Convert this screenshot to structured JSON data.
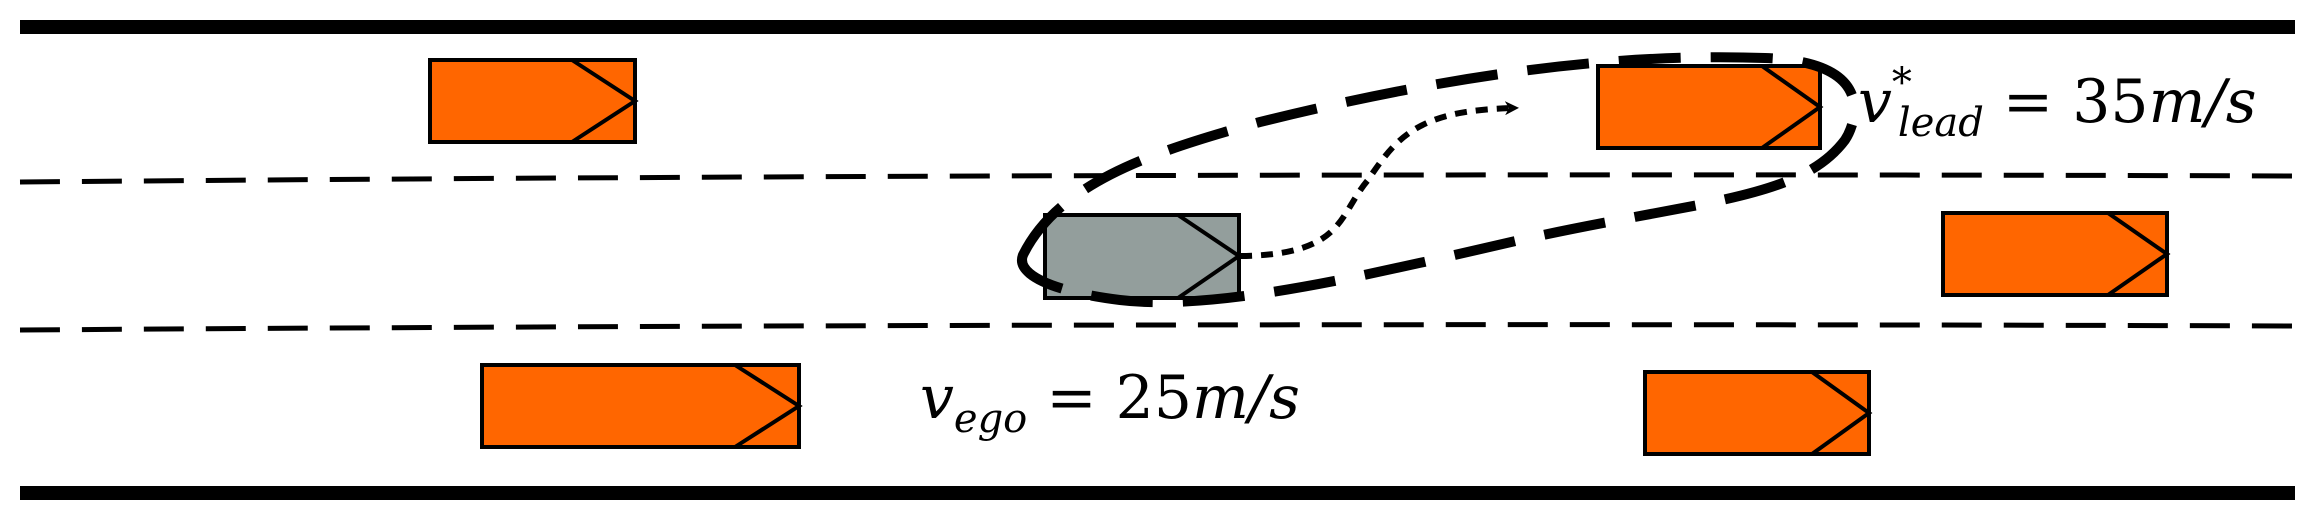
{
  "colors": {
    "road_line": "#000000",
    "other_vehicle": "#ff6600",
    "ego_vehicle": "#939e9c",
    "background": "#ffffff"
  },
  "icons": {
    "vehicle": "car-box-with-chevron-front-icon",
    "path_arrow": "dotted-arrow-icon"
  },
  "lanes": {
    "count": 3,
    "outer_borders": "solid",
    "dividers": "dashed"
  },
  "vehicles": [
    {
      "name": "other-vehicle-top-left",
      "lane": 1,
      "role": "other"
    },
    {
      "name": "lead-vehicle",
      "lane": 1,
      "role": "lead"
    },
    {
      "name": "ego-vehicle",
      "lane": 2,
      "role": "ego"
    },
    {
      "name": "other-vehicle-middle-right",
      "lane": 2,
      "role": "other"
    },
    {
      "name": "other-vehicle-bottom-left",
      "lane": 3,
      "role": "other"
    },
    {
      "name": "other-vehicle-bottom-right",
      "lane": 3,
      "role": "other"
    }
  ],
  "labels": {
    "lead": {
      "base": "v",
      "superscript": "*",
      "subscript": "lead",
      "equals": " = 35",
      "unit": "m/s"
    },
    "ego": {
      "base": "v",
      "subscript": "ego",
      "equals": " = 25",
      "unit": "m/s"
    }
  }
}
